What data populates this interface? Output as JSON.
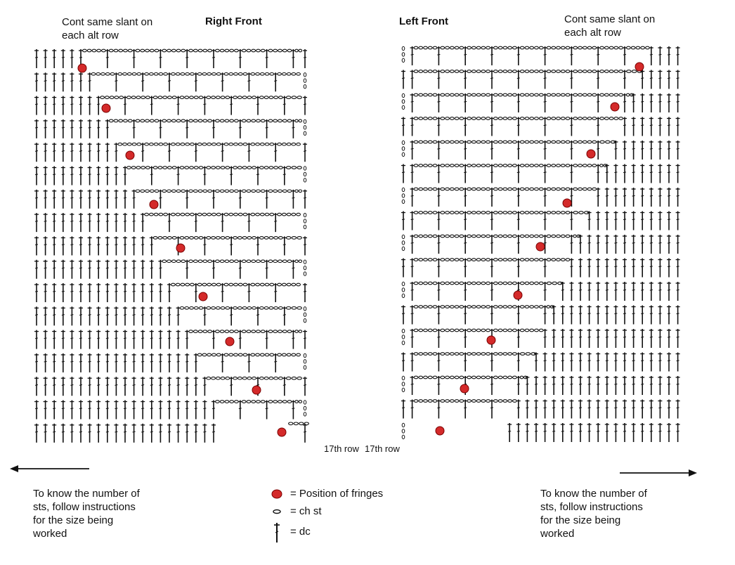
{
  "right_front": {
    "title": "Right Front",
    "top_note": "Cont same slant on\neach alt row",
    "bottom_note": "To know the number of\nsts, follow instructions\nfor the size being\nworked",
    "row_label": "17th row",
    "fringe_count": 9
  },
  "left_front": {
    "title": "Left Front",
    "top_note": "Cont same slant on\neach alt row",
    "bottom_note": "To know the number of\nsts, follow instructions\nfor the size being\nworked",
    "row_label": "17th row",
    "fringe_count": 9
  },
  "legend": {
    "fringe": "= Position of fringes",
    "ch": "= ch st",
    "dc": "= dc"
  },
  "colors": {
    "fringe": "#d42a2a",
    "ink": "#111111"
  },
  "icons": {
    "fringe": "red-dot-icon",
    "ch": "chain-stitch-icon",
    "dc": "double-crochet-icon",
    "arrow_left": "arrow-left-icon",
    "arrow_right": "arrow-right-icon"
  }
}
